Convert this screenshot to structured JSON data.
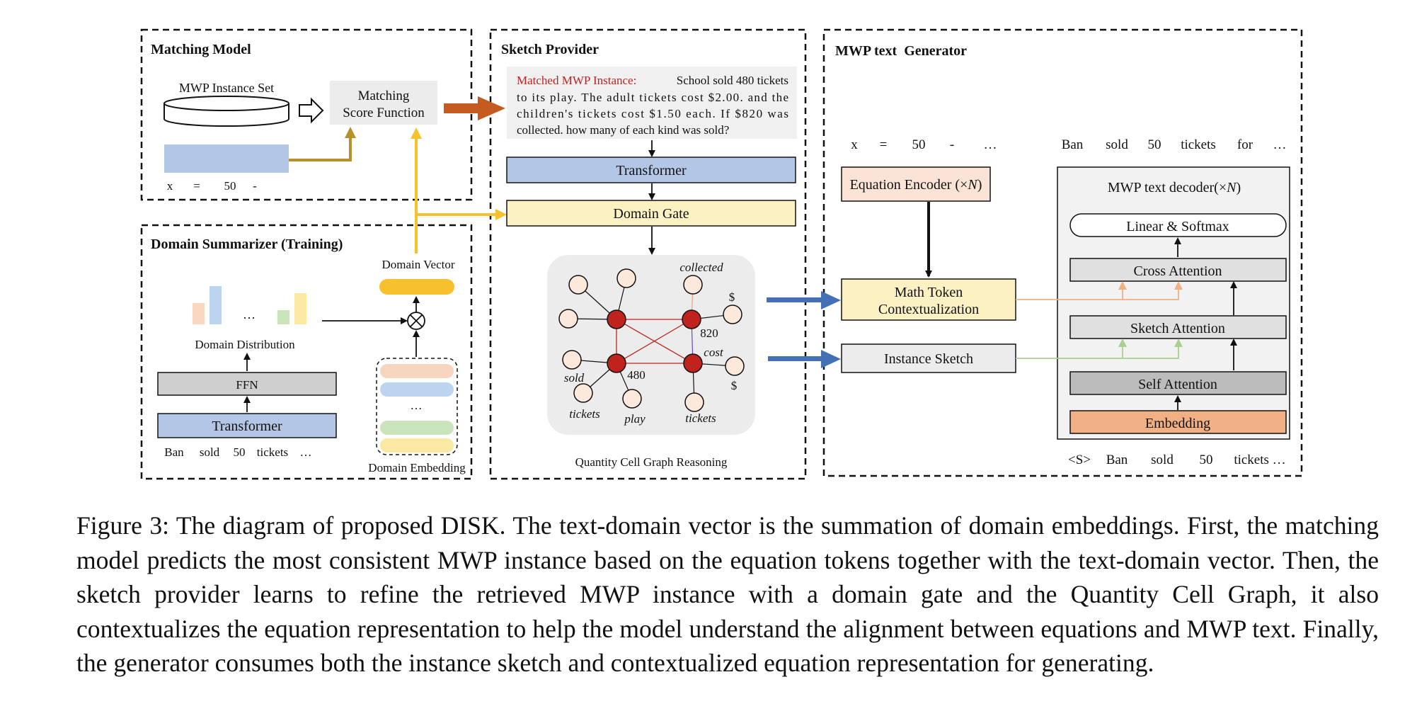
{
  "matching_model": {
    "title": "Matching Model",
    "instance_set": "MWP Instance Set",
    "score_fn_line1": "Matching",
    "score_fn_line2": "Score Function",
    "equation_tokens": [
      "x",
      "=",
      "50",
      "-"
    ]
  },
  "domain_summarizer": {
    "title": "Domain Summarizer (Training)",
    "distribution_label": "Domain Distribution",
    "ellipsis": "…",
    "ffn": "FFN",
    "transformer": "Transformer",
    "input_tokens": [
      "Ban",
      "sold",
      "50",
      "tickets",
      "…"
    ],
    "domain_vector": "Domain Vector",
    "domain_embedding": "Domain Embedding",
    "embedding_ellipsis": "…"
  },
  "sketch_provider": {
    "title": "Sketch Provider",
    "matched_label": "Matched MWP Instance:",
    "matched_lines": [
      "School sold 480 tickets",
      "to its play. The adult tickets cost $2.00. and the",
      "children's tickets cost $1.50 each. If $820 was",
      "collected. how many of each kind was sold?"
    ],
    "transformer": "Transformer",
    "domain_gate": "Domain Gate",
    "graph_caption": "Quantity Cell Graph Reasoning",
    "graph_labels": {
      "collected": "collected",
      "dollar1": "$",
      "n820": "820",
      "cost": "cost",
      "sold": "sold",
      "n480": "480",
      "dollar2": "$",
      "tickets1": "tickets",
      "play": "play",
      "tickets2": "tickets"
    }
  },
  "generator": {
    "title": "MWP text  Generator",
    "equation_tokens": [
      "x",
      "=",
      "50",
      "-",
      "…"
    ],
    "output_tokens": [
      "Ban",
      "sold",
      "50",
      "tickets",
      "for",
      "…"
    ],
    "equation_encoder": "Equation Encoder (×",
    "equation_encoder_n": "N",
    "math_token_line1": "Math Token",
    "math_token_line2": "Contextualization",
    "instance_sketch": "Instance Sketch",
    "decoder_title": "MWP text decoder(×",
    "decoder_n": "N",
    "linear_softmax": "Linear & Softmax",
    "cross_attention": "Cross Attention",
    "sketch_attention": "Sketch Attention",
    "self_attention": "Self Attention",
    "embedding": "Embedding",
    "decoder_inputs": [
      "<S>",
      "Ban",
      "sold",
      "50",
      "tickets …"
    ]
  },
  "caption": "Figure 3: The diagram of proposed DISK. The text-domain vector is the summation of domain embeddings. First, the matching model predicts the most consistent MWP instance based on the equation tokens together with the text-domain vector. Then, the sketch provider learns to refine the retrieved MWP instance with a domain gate and the Quantity Cell Graph, it also contextualizes the equation representation to help the model understand the alignment between equations and MWP text. Finally, the generator consumes both the instance sketch and contextualized equation representation for generating.",
  "colors": {
    "blue_box": "#b4c6e6",
    "yellow_box": "#fcf1c2",
    "orange_arrow": "#c55a1f",
    "gold_arrow": "#b8902a",
    "yellow_arrow": "#f7c12e",
    "blue_arrow": "#4470b6",
    "red_node": "#c0221e",
    "peach_node": "#fde8dc",
    "embedding_orange": "#f0b084",
    "equation_encoder_fill": "#fbe3d6",
    "attention_grey": "#e0e0e0"
  }
}
